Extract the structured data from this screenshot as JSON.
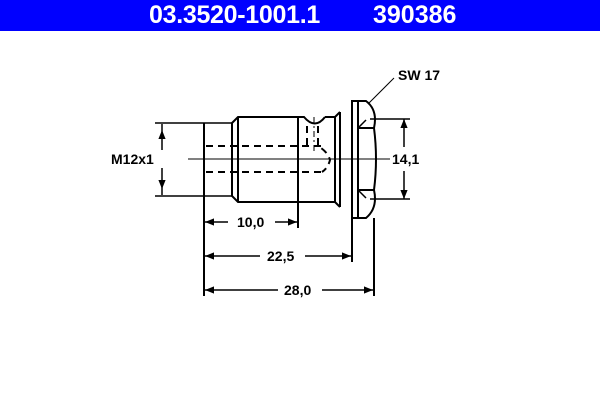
{
  "header": {
    "part_number": "03.3520-1001.1",
    "reference_number": "390386",
    "background_color": "#0000ff",
    "text_color": "#ffffff"
  },
  "drawing": {
    "thread_label": "M12x1",
    "wrench_size_label": "SW 17",
    "head_diameter_label": "14,1",
    "dim_thread_length": "10,0",
    "dim_shank_length": "22,5",
    "dim_total_length": "28,0"
  }
}
